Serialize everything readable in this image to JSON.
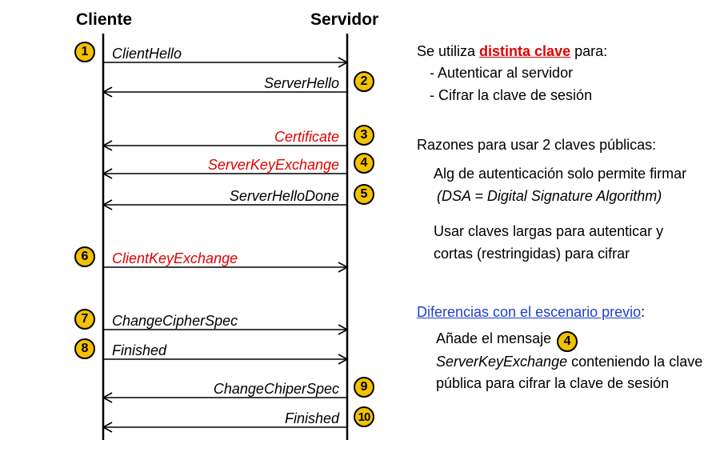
{
  "headings": {
    "client": "Cliente",
    "server": "Servidor"
  },
  "colors": {
    "badge_fill": "#f2c200",
    "highlight_red": "#e00000",
    "link_blue": "#1f3fcf",
    "line": "#000000"
  },
  "messages": [
    {
      "num": "1",
      "label": "ClientHello",
      "direction": "client-to-server",
      "color": "#000000"
    },
    {
      "num": "2",
      "label": "ServerHello",
      "direction": "server-to-client",
      "color": "#000000"
    },
    {
      "num": "3",
      "label": "Certificate",
      "direction": "server-to-client",
      "color": "#e00000"
    },
    {
      "num": "4",
      "label": "ServerKeyExchange",
      "direction": "server-to-client",
      "color": "#e00000"
    },
    {
      "num": "5",
      "label": "ServerHelloDone",
      "direction": "server-to-client",
      "color": "#000000"
    },
    {
      "num": "6",
      "label": "ClientKeyExchange",
      "direction": "client-to-server",
      "color": "#e00000"
    },
    {
      "num": "7",
      "label": "ChangeCipherSpec",
      "direction": "client-to-server",
      "color": "#000000"
    },
    {
      "num": "8",
      "label": "Finished",
      "direction": "client-to-server",
      "color": "#000000"
    },
    {
      "num": "9",
      "label": "ChangeChiperSpec",
      "direction": "server-to-client",
      "color": "#000000"
    },
    {
      "num": "10",
      "label": "Finished",
      "direction": "server-to-client",
      "color": "#000000"
    }
  ],
  "notes": {
    "key_intro_prefix": "Se utiliza ",
    "key_intro_highlight": "distinta clave",
    "key_intro_suffix": " para:",
    "key_item_1": "- Autenticar al servidor",
    "key_item_2": "- Cifrar la clave de sesión",
    "reasons_title": "Razones para usar 2 claves públicas:",
    "reason_1": "Alg de autenticación solo permite firmar",
    "reason_1_detail": "(DSA = Digital Signature Algorithm)",
    "reason_2_line1": "Usar claves largas para autenticar y",
    "reason_2_line2": "cortas (restringidas) para cifrar",
    "diff_title": "Diferencias con el escenario previo",
    "diff_title_suffix": ":",
    "diff_line1": "Añade el mensaje",
    "diff_badge": "4",
    "diff_line2_italic": "ServerKeyExchange",
    "diff_line2_rest": " conteniendo la clave",
    "diff_line3": "pública para cifrar la clave de sesión"
  }
}
